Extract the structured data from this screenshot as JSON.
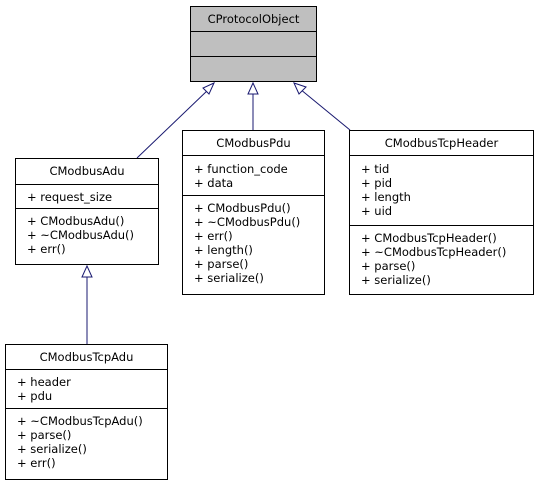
{
  "classes": {
    "protocol_object": {
      "name": "CProtocolObject",
      "attributes": [],
      "methods": []
    },
    "modbus_adu": {
      "name": "CModbusAdu",
      "attributes": [
        "+ request_size"
      ],
      "methods": [
        "+ CModbusAdu()",
        "+ ~CModbusAdu()",
        "+ err()"
      ]
    },
    "modbus_pdu": {
      "name": "CModbusPdu",
      "attributes": [
        "+ function_code",
        "+ data"
      ],
      "methods": [
        "+ CModbusPdu()",
        "+ ~CModbusPdu()",
        "+ err()",
        "+ length()",
        "+ parse()",
        "+ serialize()"
      ]
    },
    "modbus_tcp_header": {
      "name": "CModbusTcpHeader",
      "attributes": [
        "+ tid",
        "+ pid",
        "+ length",
        "+ uid"
      ],
      "methods": [
        "+ CModbusTcpHeader()",
        "+ ~CModbusTcpHeader()",
        "+ parse()",
        "+ serialize()"
      ]
    },
    "modbus_tcp_adu": {
      "name": "CModbusTcpAdu",
      "attributes": [
        "+ header",
        "+ pdu"
      ],
      "methods": [
        "+ ~CModbusTcpAdu()",
        "+ parse()",
        "+ serialize()",
        "+ err()"
      ]
    }
  },
  "colors": {
    "edge": "#191970",
    "highlight_fill": "#bfbfbf",
    "border": "#000000"
  }
}
